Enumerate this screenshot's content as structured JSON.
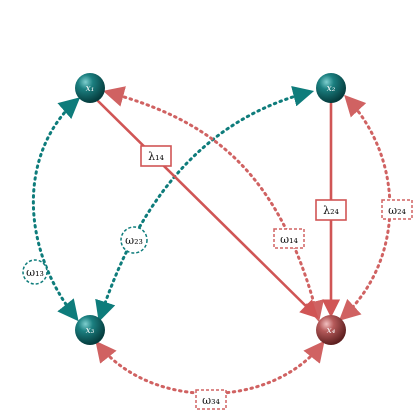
{
  "diagram": {
    "nodes": [
      {
        "id": "x1",
        "label": "x₁",
        "color": "#0e6b6b"
      },
      {
        "id": "x2",
        "label": "x₂",
        "color": "#0e6b6b"
      },
      {
        "id": "x3",
        "label": "x₃",
        "color": "#0e6b6b"
      },
      {
        "id": "x4",
        "label": "x₄",
        "color": "#c45a5a"
      }
    ],
    "solid_edges": [
      {
        "from": "x1",
        "to": "x4",
        "label": "λ₁₄"
      },
      {
        "from": "x2",
        "to": "x4",
        "label": "λ₂₄"
      }
    ],
    "dotted_edges": [
      {
        "from": "x1",
        "to": "x3",
        "label": "ω₁₃",
        "color": "#0e7c7b"
      },
      {
        "from": "x2",
        "to": "x3",
        "label": "ω₂₃",
        "color": "#0e7c7b"
      },
      {
        "from": "x1",
        "to": "x4",
        "label": "ω₁₄",
        "color": "#d06262"
      },
      {
        "from": "x2",
        "to": "x4",
        "label": "ω₂₄",
        "color": "#d06262"
      },
      {
        "from": "x3",
        "to": "x4",
        "label": "ω₃₄",
        "color": "#d06262"
      }
    ],
    "colors": {
      "teal": "#0e7c7b",
      "red": "#d06262",
      "solid_red": "#d05555"
    }
  }
}
